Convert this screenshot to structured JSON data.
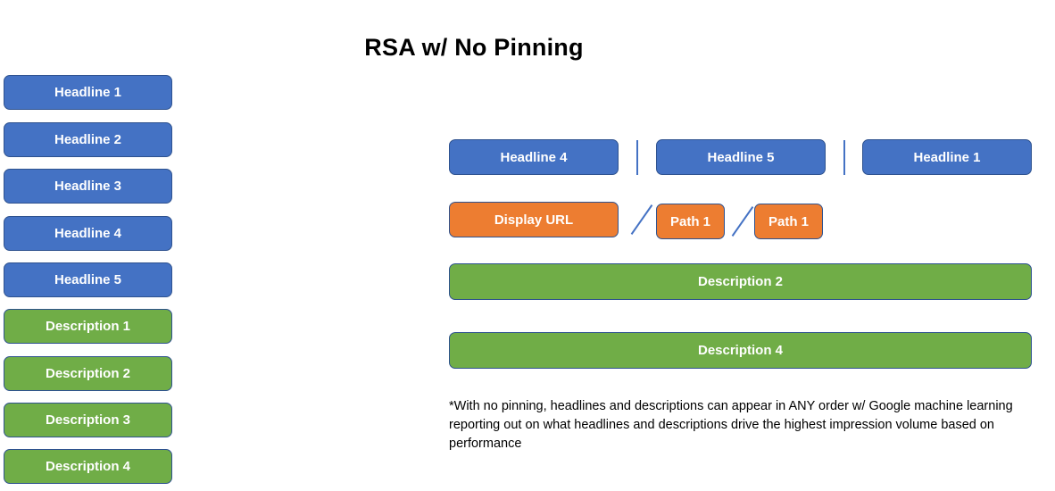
{
  "page": {
    "title": "RSA w/ No Pinning",
    "background_color": "#ffffff"
  },
  "colors": {
    "blue": "#4472C4",
    "green": "#70AD47",
    "orange": "#ED7D31",
    "border": "#2E528F",
    "text_on_fill": "#ffffff",
    "body_text": "#000000"
  },
  "legend": {
    "headlines": [
      {
        "label": "Headline 1",
        "color": "blue"
      },
      {
        "label": "Headline 2",
        "color": "blue"
      },
      {
        "label": "Headline 3",
        "color": "blue"
      },
      {
        "label": "Headline 4",
        "color": "blue"
      },
      {
        "label": "Headline 5",
        "color": "blue"
      }
    ],
    "descriptions": [
      {
        "label": "Description 1",
        "color": "green"
      },
      {
        "label": "Description 2",
        "color": "green"
      },
      {
        "label": "Description 3",
        "color": "green"
      },
      {
        "label": "Description 4",
        "color": "green"
      }
    ]
  },
  "preview": {
    "headline_row": {
      "items": [
        {
          "label": "Headline 4"
        },
        {
          "label": "Headline 5"
        },
        {
          "label": "Headline 1"
        }
      ],
      "separator": "|"
    },
    "url_row": {
      "display_url": {
        "label": "Display URL"
      },
      "paths": [
        {
          "label": "Path 1"
        },
        {
          "label": "Path 1"
        }
      ],
      "separator": "/"
    },
    "description_rows": [
      {
        "label": "Description 2"
      },
      {
        "label": "Description 4"
      }
    ]
  },
  "footnote": {
    "text": "*With no pinning, headlines and descriptions can appear in ANY order w/ Google machine learning reporting out on what headlines and descriptions drive the highest impression volume based on performance"
  }
}
